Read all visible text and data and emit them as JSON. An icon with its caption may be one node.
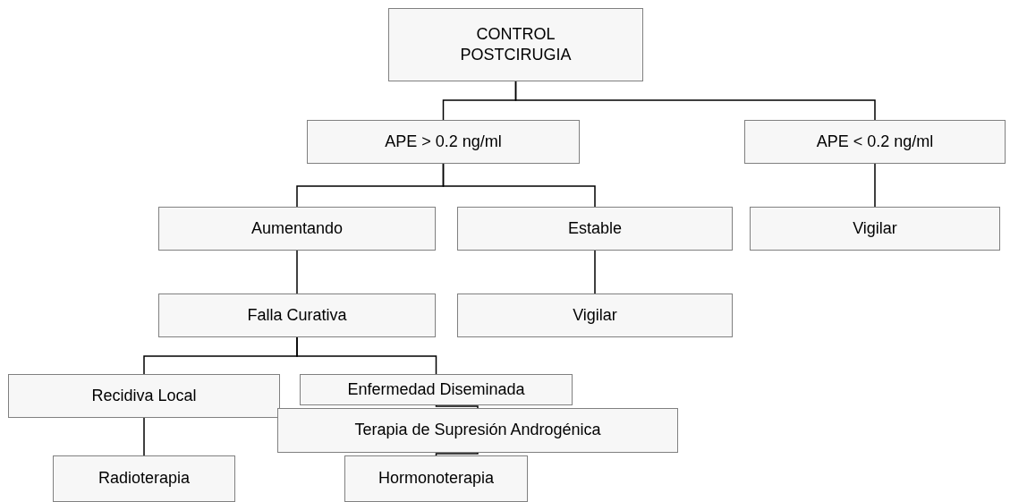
{
  "diagram": {
    "nodes": [
      {
        "text": [
          "CONTROL POSTCIRUGIA"
        ]
      },
      {
        "text": [
          "APE > 0.2 ng/ml"
        ]
      },
      {
        "text": [
          "APE < 0.2 ng/ml"
        ]
      },
      {
        "text": [
          "Aumentando"
        ]
      },
      {
        "text": [
          "Estable"
        ]
      },
      {
        "text": [
          "Vigilar"
        ]
      },
      {
        "text": [
          "Falla Curativa"
        ]
      },
      {
        "text": [
          "Vigilar"
        ]
      },
      {
        "text": [
          "Recidiva Local"
        ]
      },
      {
        "text": [
          "Enfermedad Diseminada"
        ]
      },
      {
        "text": [
          "Terapia de Supresión Androgénica"
        ]
      },
      {
        "text": [
          "Radioterapia"
        ]
      },
      {
        "text": [
          "Hormonoterapia"
        ]
      }
    ],
    "edges": [
      {
        "from": 0,
        "to": 1,
        "arrow": "none"
      },
      {
        "from": 0,
        "to": 2,
        "arrow": "none"
      },
      {
        "from": 1,
        "to": 3,
        "arrow": "none"
      },
      {
        "from": 1,
        "to": 4,
        "arrow": "none"
      },
      {
        "from": 2,
        "to": 5,
        "arrow": "none"
      },
      {
        "from": 3,
        "to": 6,
        "arrow": "none"
      },
      {
        "from": 4,
        "to": 7,
        "arrow": "none"
      },
      {
        "from": 6,
        "to": 8,
        "arrow": "none"
      },
      {
        "from": 6,
        "to": 9,
        "arrow": "none"
      },
      {
        "from": 8,
        "to": 11,
        "arrow": "none"
      },
      {
        "from": 9,
        "to": 10,
        "arrow": "none"
      },
      {
        "from": 10,
        "to": 12,
        "arrow": "none"
      }
    ]
  }
}
